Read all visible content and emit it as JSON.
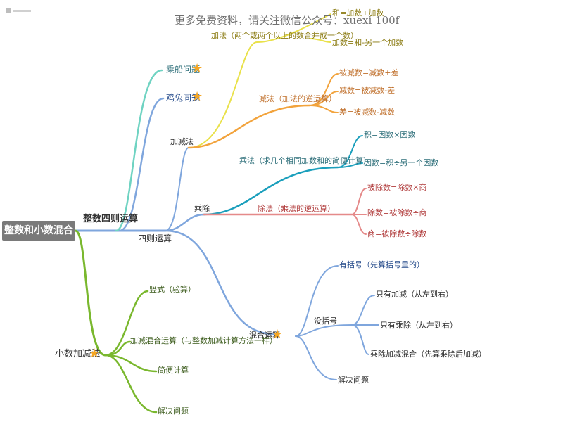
{
  "watermark": "更多免费资料，请关注微信公众号：xuexi 100f",
  "root": "整数和小数混合运算",
  "branches": {
    "zhengshu": "整数四则运算",
    "chengfa_wenti": "乘船问题",
    "jitu": "鸡兔同笼",
    "sizeyunsuan": "四则运算",
    "jiajian": "加减法",
    "chengchu": "乘除",
    "hunhe": "混合运算",
    "xiaoshu": "小数加减法"
  },
  "addition": {
    "label": "加法（两个或两个以上的数合并成一个数）",
    "items": [
      "和=加数+加数",
      "加数=和-另一个加数"
    ]
  },
  "subtraction": {
    "label": "减法（加法的逆运算）",
    "items": [
      "被减数=减数+差",
      "减数=被减数-差",
      "差=被减数-减数"
    ]
  },
  "multiplication": {
    "label": "乘法（求几个相同加数和的简便计算）",
    "items": [
      "积=因数×因数",
      "因数=积÷另一个因数"
    ]
  },
  "division": {
    "label": "除法（乘法的逆运算）",
    "items": [
      "被除数=除数×商",
      "除数=被除数÷商",
      "商=被除数÷除数"
    ]
  },
  "mixed": {
    "with_paren": "有括号（先算括号里的）",
    "no_paren": "没括号",
    "no_paren_items": [
      "只有加减（从左到右）",
      "只有乘除（从左到右）",
      "乘除加减混合（先算乘除后加减）"
    ],
    "problem": "解决问题"
  },
  "decimal": {
    "items": [
      "竖式（验算）",
      "加减混合运算（与整数加减计算方法一样）",
      "简便计算",
      "解决问题"
    ]
  },
  "colors": {
    "blue": "#7fa6dd",
    "teal": "#6fd3c2",
    "orange": "#f2a33c",
    "yellow": "#e9e14a",
    "cyan": "#1b9fbc",
    "red": "#e58a8a",
    "green": "#7ab82e",
    "star": "#f5a623",
    "root_bg": "#7a7a7a"
  },
  "icons": [
    "star-icon"
  ]
}
